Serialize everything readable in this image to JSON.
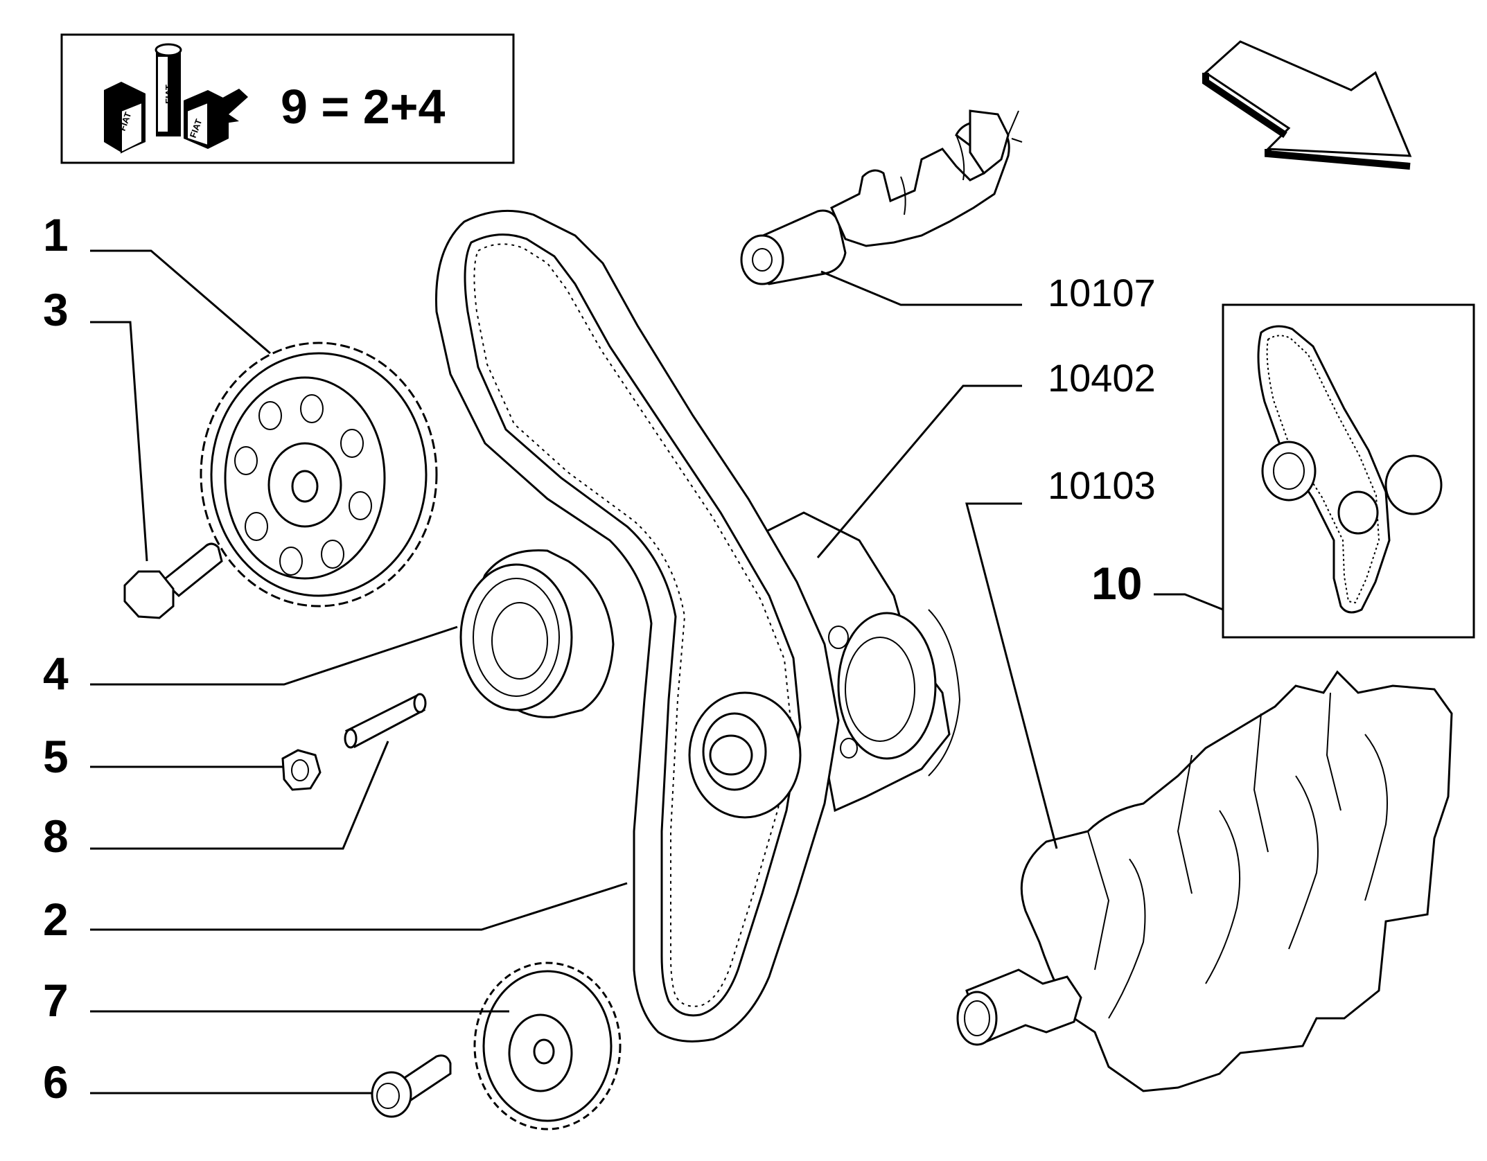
{
  "kit_box": {
    "formula": "9 = 2+4",
    "logo_text": "FIAT"
  },
  "callouts": [
    {
      "id": "1",
      "label": "1"
    },
    {
      "id": "3",
      "label": "3"
    },
    {
      "id": "4",
      "label": "4"
    },
    {
      "id": "5",
      "label": "5"
    },
    {
      "id": "8",
      "label": "8"
    },
    {
      "id": "2",
      "label": "2"
    },
    {
      "id": "7",
      "label": "7"
    },
    {
      "id": "6",
      "label": "6"
    },
    {
      "id": "10",
      "label": "10"
    }
  ],
  "references": [
    {
      "id": "10107",
      "label": "10107"
    },
    {
      "id": "10402",
      "label": "10402"
    },
    {
      "id": "10103",
      "label": "10103"
    }
  ],
  "icons": {
    "direction": "front-direction-arrow-icon",
    "kit": "kit-logo-icon"
  }
}
